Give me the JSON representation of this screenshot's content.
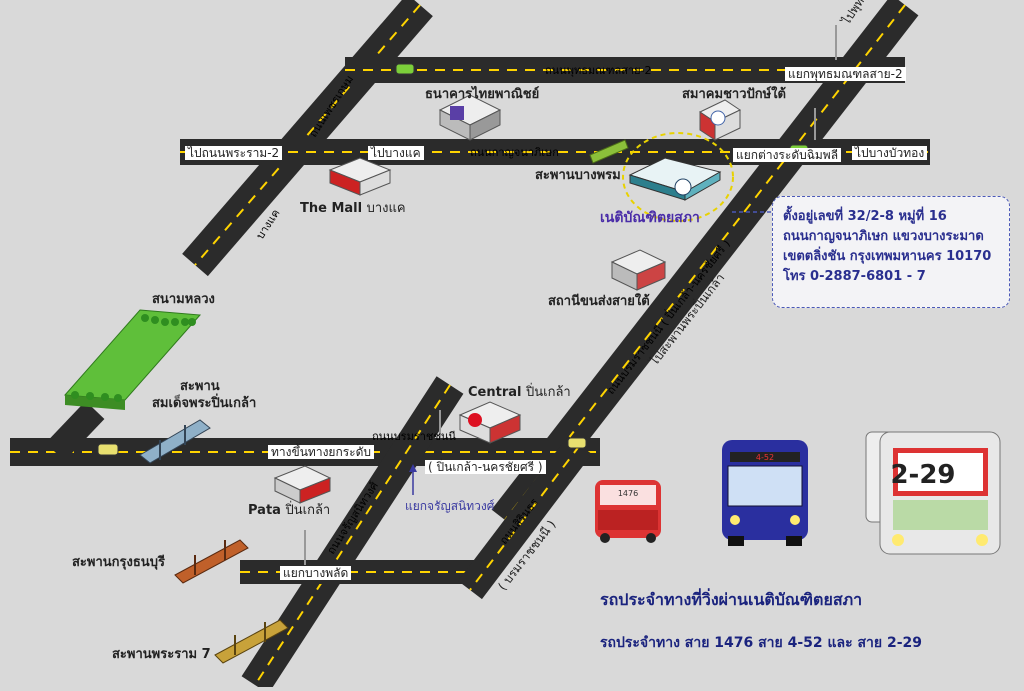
{
  "labels": {
    "road_phutthamonthon_2_top": "ถนนพุทธมณฑลสาย-2",
    "road_phutthamonthon_2_junction": "แยกพุทธมณฑลสาย-2",
    "to_phutthamonthon": "ไปพุทธมณฑล",
    "road_petchkasem": "ถนนเพชรเกษม",
    "to_bang_khae": "ไปบางแค",
    "to_rama_2": "ไปถนนพระราม-2",
    "road_kanchanaphisek": "ถนนกาญจนาภิเษก",
    "junction_tang_ramcha": "แยกต่างระดับฉิมพลี",
    "to_bang_bua_thong": "ไปบางบัวทอง",
    "bank": "ธนาคารไทยพาณิชย์",
    "southern_assoc": "สมาคมชาวปักษ์ใต้",
    "bridge_bang_phrom": "สะพานบางพรม",
    "the_mall": "The Mall",
    "the_mall_sub": "บางแค",
    "bang_khae_vertical": "บางแค",
    "destination": "เนติบัณฑิตยสภา",
    "bus_terminal": "สถานีขนส่งสายใต้",
    "road_borommaratchachonnani": "ถนนบรมราชชนนี ( ปิ่นเกล้า-นครชัยศรี )",
    "to_pinklao_bridge": "ไปสะพานพระปิ่นเกล้า",
    "sanam_luang": "สนามหลวง",
    "bridge_pinklao": "สะพาน",
    "bridge_pinklao_2": "สมเด็จพระปิ่นเกล้า",
    "central": "Central",
    "central_sub": "ปิ่นเกล้า",
    "flyover": "ทางขึ้นทางยกระดับ",
    "road_bromma_1": "ถนนบรมราชชนนี",
    "road_bromma_2": "( ปิ่นเกล้า-นครชัยศรี )",
    "pata": "Pata",
    "pata_sub": "ปิ่นเกล้า",
    "jaran_junction": "แยกจรัญสนิทวงศ์",
    "road_jaran": "ถนนจรัญสนิทวงศ์",
    "road_sirindhorn": "ถนนสิรินธร",
    "to_borommaratchachonnani": "( บรมราชชนนี )",
    "bridge_krungthon": "สะพานกรุงธนบุรี",
    "bang_phlat": "แยกบางพลัด",
    "bridge_rama7": "สะพานพระราม 7"
  },
  "info": {
    "line1": "ตั้งอยู่เลขที่ 32/2-8 หมู่ที่ 16",
    "line2": "ถนนกาญจนาภิเษก แขวงบางระมาด",
    "line3": "เขตตลิ่งชัน กรุงเทพมหานคร 10170",
    "line4": "โทร 0-2887-6801 - 7"
  },
  "buses": {
    "red_bus_number": "1476",
    "blue_bus_sign": "4-52",
    "white_bus_number": "2-29"
  },
  "footer": {
    "title": "รถประจำทางที่วิ่งผ่านเนติบัณฑิตยสภา",
    "routes": "รถประจำทาง  สาย  1476  สาย  4-52  และ  สาย  2-29"
  },
  "colors": {
    "road": "#2b2b2b",
    "lane": "#ffd400",
    "park": "#5fbf3a",
    "title": "#1a237e",
    "info_text": "#2a2f8f"
  }
}
